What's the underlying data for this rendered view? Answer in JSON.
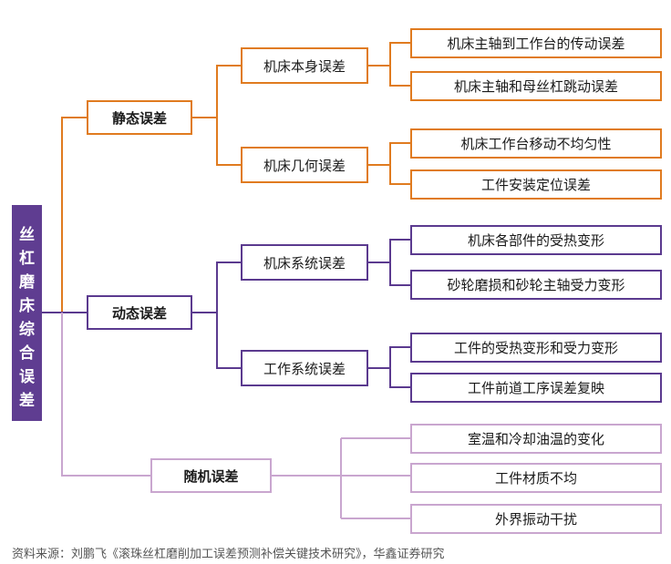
{
  "root": {
    "chars": [
      "丝",
      "杠",
      "磨",
      "床",
      "综",
      "合",
      "误",
      "差"
    ]
  },
  "categories": [
    {
      "label": "静态误差",
      "groups": [
        {
          "label": "机床本身误差",
          "leaves": [
            "机床主轴到工作台的传动误差",
            "机床主轴和母丝杠跳动误差"
          ]
        },
        {
          "label": "机床几何误差",
          "leaves": [
            "机床工作台移动不均匀性",
            "工件安装定位误差"
          ]
        }
      ]
    },
    {
      "label": "动态误差",
      "groups": [
        {
          "label": "机床系统误差",
          "leaves": [
            "机床各部件的受热变形",
            "砂轮磨损和砂轮主轴受力变形"
          ]
        },
        {
          "label": "工作系统误差",
          "leaves": [
            "工件的受热变形和受力变形",
            "工件前道工序误差复映"
          ]
        }
      ]
    },
    {
      "label": "随机误差",
      "leaves": [
        "室温和冷却油温的变化",
        "工件材质不均",
        "外界振动干扰"
      ]
    }
  ],
  "colors": {
    "static": "#e07b1f",
    "dynamic": "#5b3a8f",
    "random": "#c9a6cf",
    "root": "#5f3d91"
  },
  "source": "资料来源：刘鹏飞《滚珠丝杠磨削加工误差预测补偿关键技术研究》，华鑫证券研究"
}
